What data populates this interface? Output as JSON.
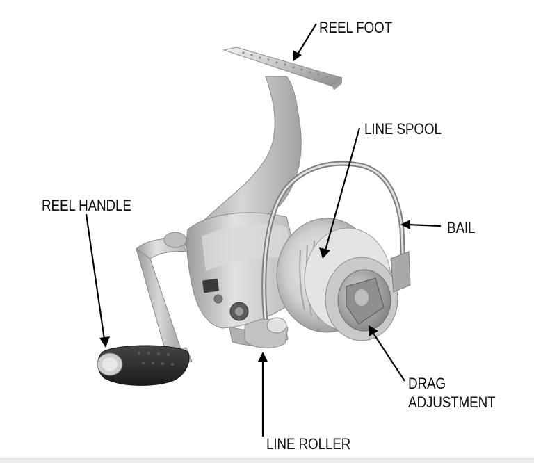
{
  "labels": {
    "reel_foot": "REEL FOOT",
    "line_spool": "LINE SPOOL",
    "reel_handle": "REEL HANDLE",
    "bail": "BAIL",
    "drag_adjustment_line1": "DRAG",
    "drag_adjustment_line2": "ADJUSTMENT",
    "line_roller": "LINE ROLLER"
  },
  "colors": {
    "label_text": "#111111",
    "arrow": "#000000",
    "metal_light": "#e6e6e6",
    "metal_mid": "#b9b9b9",
    "metal_dark": "#7d7d7d",
    "handle_knob": "#2b2b2b",
    "background": "#ffffff"
  }
}
